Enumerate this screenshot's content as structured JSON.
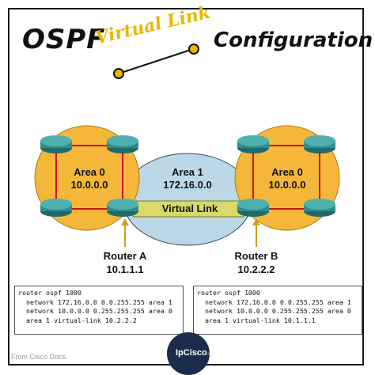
{
  "title": {
    "part1": "OSPF",
    "part2": "Virtual Link",
    "part3": "Configuration"
  },
  "areas": {
    "left": {
      "name": "Area 0",
      "network": "10.0.0.0"
    },
    "middle": {
      "name": "Area 1",
      "network": "172.16.0.0"
    },
    "right": {
      "name": "Area 0",
      "network": "10.0.0.0"
    }
  },
  "virtual_link_label": "Virtual Link",
  "routers": {
    "a": {
      "name": "Router A",
      "ip": "10.1.1.1"
    },
    "b": {
      "name": "Router B",
      "ip": "10.2.2.2"
    }
  },
  "config_a": {
    "line1": "router ospf 1000",
    "line2": "network 172.16.0.0 0.0.255.255 area 1",
    "line3": "network 10.0.0.0 0.255.255.255 area 0",
    "line4": "area 1 virtual-link 10.2.2.2"
  },
  "config_b": {
    "line1": "router ospf 1000",
    "line2": "network 172.16.0.0 0.0.255.255 area 1",
    "line3": "network 10.0.0.0 0.255.255.255 area 0",
    "line4": "area 1 virtual-link 10.1.1.1"
  },
  "credit": "From Cisco Docs.",
  "logo": {
    "text": "IpCisco",
    "suffix": ".com"
  },
  "colors": {
    "area0_fill": "#f5b73a",
    "area0_border": "#cc1111",
    "area1_fill": "#bcd8e6",
    "virtual_link_fill": "#d8d96a",
    "router": "#2f8c8c",
    "accent": "#e8b800",
    "logo_bg": "#1c2c4c"
  }
}
